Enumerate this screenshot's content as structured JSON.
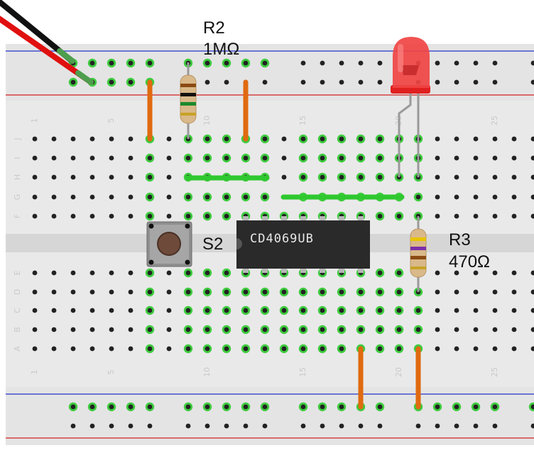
{
  "breadboard": {
    "column_labels": [
      "1",
      "5",
      "10",
      "15",
      "20",
      "25"
    ],
    "row_labels_top": [
      "J",
      "I",
      "H",
      "G",
      "F"
    ],
    "row_labels_bottom": [
      "E",
      "D",
      "C",
      "B",
      "A"
    ],
    "colors": {
      "board": "#e9e9e9",
      "rail_plus": "#d42020",
      "rail_minus": "#2233cc",
      "hole": "#222222",
      "hole_connected": "#3fcc3f",
      "jumper_orange": "#e06a10",
      "jumper_green": "#2fc82f"
    }
  },
  "components": {
    "r2": {
      "name": "R2",
      "value": "1MΩ"
    },
    "r3": {
      "name": "R3",
      "value": "470Ω"
    },
    "s2": {
      "name": "S2"
    },
    "ic": {
      "name": "CD4069UB"
    },
    "led": {
      "color": "red"
    }
  }
}
